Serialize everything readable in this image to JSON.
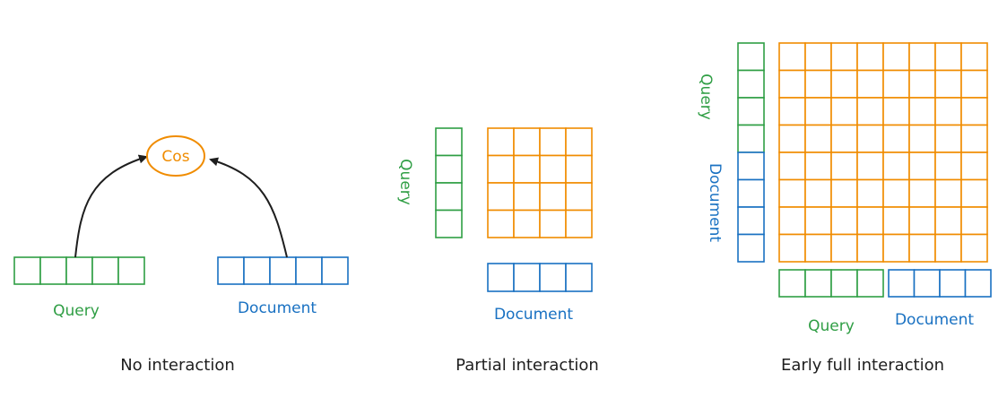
{
  "colors": {
    "query": "#2f9e44",
    "document": "#1971c2",
    "interaction": "#f08c00",
    "arrow": "#1e1e1e",
    "caption": "#1e1e1e"
  },
  "panels": {
    "no_interaction": {
      "caption": "No interaction",
      "similarity_label": "Cos",
      "query_label": "Query",
      "document_label": "Document",
      "query_tokens": 5,
      "document_tokens": 5
    },
    "partial_interaction": {
      "caption": "Partial interaction",
      "query_label": "Query",
      "document_label": "Document",
      "query_tokens": 4,
      "document_tokens": 4,
      "matrix_rows": 4,
      "matrix_cols": 4
    },
    "early_full_interaction": {
      "caption": "Early full interaction",
      "query_label_left": "Query",
      "document_label_left": "Document",
      "query_label_bottom": "Query",
      "document_label_bottom": "Document",
      "query_tokens": 4,
      "document_tokens": 4,
      "matrix_rows": 8,
      "matrix_cols": 8
    }
  }
}
